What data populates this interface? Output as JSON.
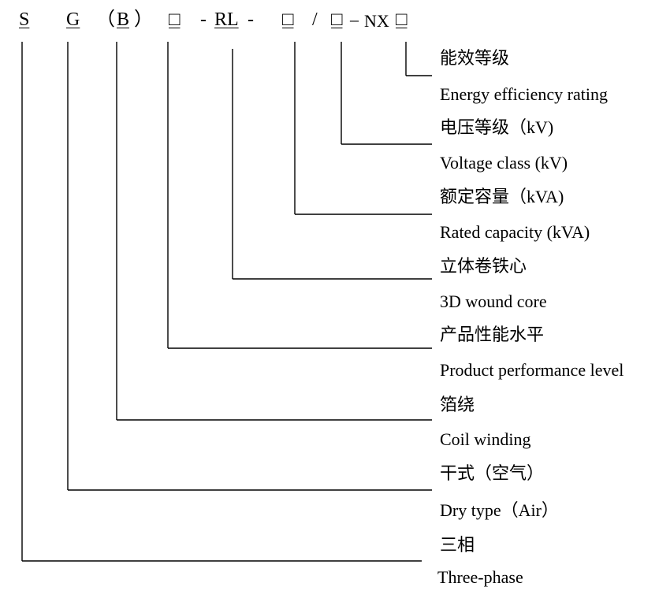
{
  "code": {
    "s": "S",
    "g": "G",
    "open_paren": "（",
    "b": "B",
    "close_paren": "）",
    "box1": "□",
    "dash1": "-",
    "rl": "RL",
    "dash2": "-",
    "box2": "□",
    "slash": "/",
    "box3": "□",
    "dash3": "–",
    "nx": "NX",
    "box4": "□"
  },
  "labels": [
    {
      "zh": "能效等级",
      "en": "Energy efficiency rating"
    },
    {
      "zh": "电压等级（kV)",
      "en": "Voltage class (kV)"
    },
    {
      "zh": "额定容量（kVA)",
      "en": "Rated capacity (kVA)"
    },
    {
      "zh": "立体卷铁心",
      "en": "3D wound core"
    },
    {
      "zh": "产品性能水平",
      "en": "Product performance level"
    },
    {
      "zh": "箔绕",
      "en": "Coil winding"
    },
    {
      "zh": "干式（空气）",
      "en": "Dry type（Air）"
    },
    {
      "zh": "三相",
      "en": "Three-phase"
    }
  ]
}
